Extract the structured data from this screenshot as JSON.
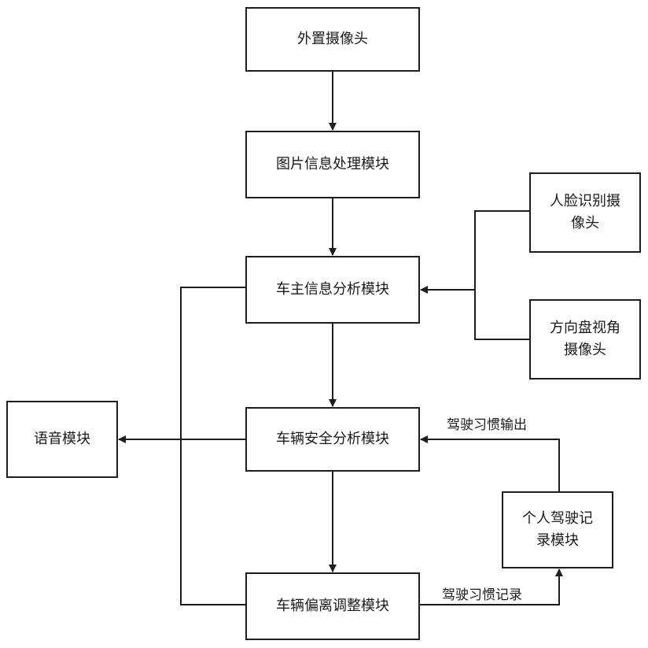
{
  "nodes": {
    "external_camera": "外置摄像头",
    "image_processing": "图片信息处理模块",
    "owner_analysis": "车主信息分析模块",
    "vehicle_safety": "车辆安全分析模块",
    "deviation_adjust": "车辆偏离调整模块",
    "voice": "语音模块",
    "face_camera": [
      "人脸识别摄",
      "像头"
    ],
    "wheel_camera": [
      "方向盘视角",
      "摄像头"
    ],
    "driving_record": [
      "个人驾驶记",
      "录模块"
    ]
  },
  "edge_labels": {
    "habit_output": "驾驶习惯输出",
    "habit_record": "驾驶习惯记录"
  },
  "colors": {
    "stroke": "#1e1e1e",
    "background": "#ffffff"
  }
}
